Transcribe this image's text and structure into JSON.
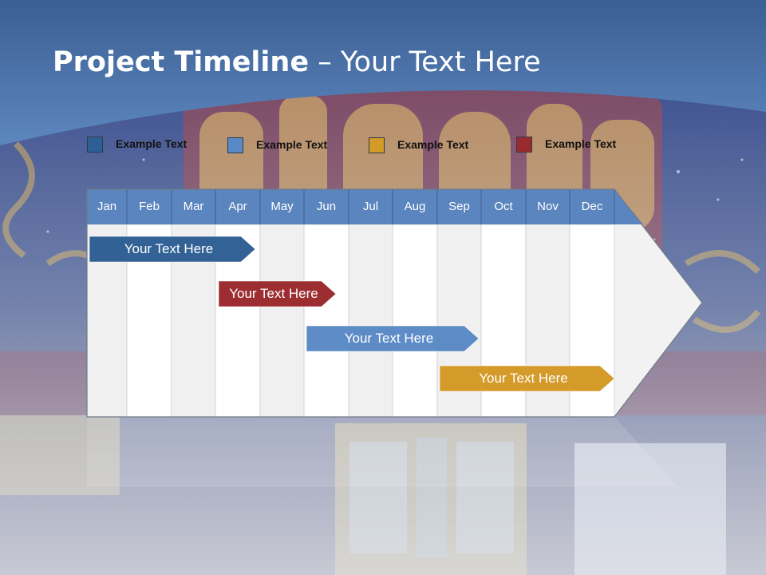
{
  "title": {
    "bold": "Project Timeline",
    "regular": " – Your Text Here"
  },
  "legend": [
    {
      "label": "Example Text",
      "color": "#2e5f94"
    },
    {
      "label": "Example Text",
      "color": "#5a8ac6"
    },
    {
      "label": "Example Text",
      "color": "#d49a27"
    },
    {
      "label": "Example Text",
      "color": "#9b2a2e"
    }
  ],
  "months": [
    "Jan",
    "Feb",
    "Mar",
    "Apr",
    "May",
    "Jun",
    "Jul",
    "Aug",
    "Sep",
    "Oct",
    "Nov",
    "Dec"
  ],
  "tasks": [
    {
      "label": "Your  Text Here",
      "color": "#2e5f94",
      "start_month": "Jan",
      "end_month": "Apr"
    },
    {
      "label": "Your  Text Here",
      "color": "#9b2a2e",
      "start_month": "Apr",
      "end_month": "Jun"
    },
    {
      "label": "Your  Text Here",
      "color": "#5a8ac6",
      "start_month": "Jun",
      "end_month": "Sep"
    },
    {
      "label": "Your  Text Here",
      "color": "#d49a27",
      "start_month": "Sep",
      "end_month": "Dec"
    }
  ],
  "colors": {
    "header": "#5a85be",
    "header_border": "#3f5f8c",
    "banner_top": "#4a78b0"
  }
}
